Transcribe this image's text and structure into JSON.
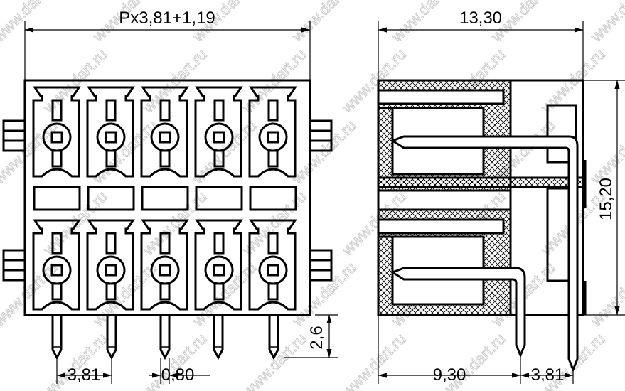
{
  "drawing": {
    "watermark": "www.dart.ru",
    "pin_count": 5,
    "rows": 2,
    "dimensions": {
      "pitch_formula": "Px3,81+1,19",
      "depth": "13,30",
      "height": "15,20",
      "pin_length": "2,6",
      "pitch_front": "3,81",
      "pin_width": "0,80",
      "side_offset": "9,30",
      "pitch_side": "3,81"
    },
    "colors": {
      "line": "#000000",
      "watermark": "#cccccc"
    }
  }
}
